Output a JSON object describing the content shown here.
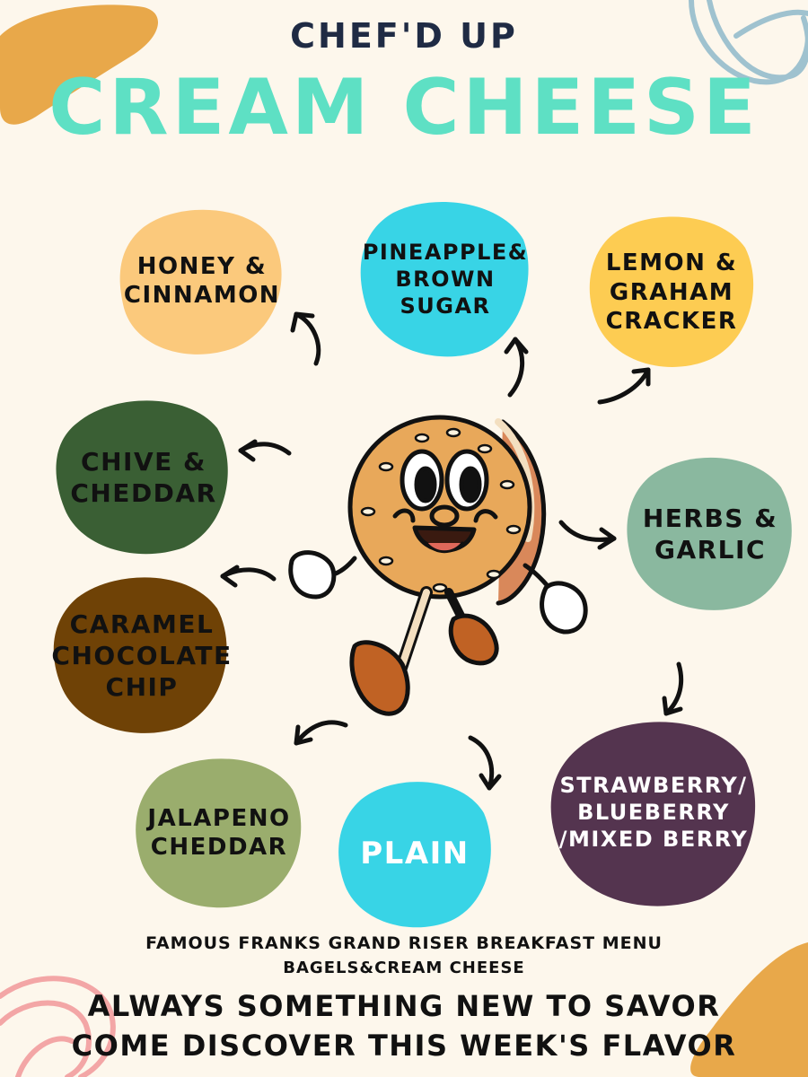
{
  "header": {
    "subtitle": "CHEF'D UP",
    "title": "CREAM CHEESE"
  },
  "flavors": [
    {
      "label": "HONEY &\nCINNAMON",
      "color": "#fbc97c",
      "text_color": "#111111"
    },
    {
      "label": "PINEAPPLE&\nBROWN SUGAR",
      "color": "#38d4e6",
      "text_color": "#111111"
    },
    {
      "label": "LEMON &\nGRAHAM\nCRACKER",
      "color": "#fdcc52",
      "text_color": "#111111"
    },
    {
      "label": "CHIVE &\nCHEDDAR",
      "color": "#3a5f34",
      "text_color": "#111111"
    },
    {
      "label": "HERBS &\nGARLIC",
      "color": "#8ab89f",
      "text_color": "#111111"
    },
    {
      "label": "CARAMEL\nCHOCOLATE\nCHIP",
      "color": "#6f4206",
      "text_color": "#111111"
    },
    {
      "label": "JALAPENO\nCHEDDAR",
      "color": "#9aad6d",
      "text_color": "#111111"
    },
    {
      "label": "PLAIN",
      "color": "#38d4e6",
      "text_color": "#ffffff"
    },
    {
      "label": "STRAWBERRY/\nBLUEBERRY\n/MIXED BERRY",
      "color": "#54344f",
      "text_color": "#ffffff"
    }
  ],
  "footer": {
    "menu_line": "FAMOUS FRANKS GRAND RISER BREAKFAST MENU",
    "sub_line": "BAGELS&CREAM CHEESE",
    "slogan_1": "ALWAYS SOMETHING NEW TO SAVOR",
    "slogan_2": "COME DISCOVER THIS WEEK'S FLAVOR"
  },
  "palette": {
    "background": "#fdf7ec",
    "title_teal": "#5ee0c4",
    "navy": "#1f2b44",
    "deco_orange": "#e8a84a",
    "deco_blue": "#9fc2cf",
    "deco_pink": "#f3a6a6",
    "bagel": "#e8a85a"
  },
  "icons": [
    "bagel-mascot",
    "arrow-icon",
    "whisk-doodle",
    "paint-blob"
  ]
}
